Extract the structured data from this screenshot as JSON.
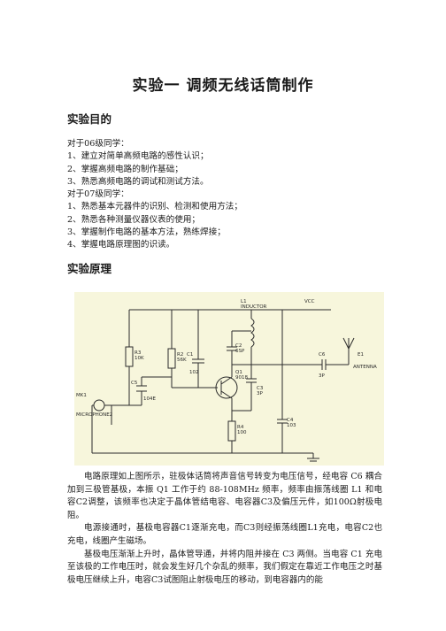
{
  "title": "实验一    调频无线话筒制作",
  "sections": {
    "purpose_heading": "实验目的",
    "principle_heading": "实验原理"
  },
  "purpose_lines": [
    "对于06级同学：",
    "1、建立对简单高频电路的感性认识；",
    "2、掌握高频电路的制作基础；",
    "3、熟悉高频电路的调试和测试方法。",
    "对于07级同学：",
    "1、熟悉基本元器件的识别、检测和使用方法；",
    "2、熟悉各种测量仪器仪表的使用；",
    "3、掌握制作电路的基本方法，熟练焊接；",
    "4、掌握电路原理图的识读。"
  ],
  "schematic": {
    "labels": {
      "l1": "L1",
      "l1_type": "INDUCTOR",
      "vcc": "VCC",
      "r3": "R3",
      "r3_val": "10K",
      "r2": "R2",
      "r2_val": "56K",
      "c1": "C1",
      "c1_val": "102",
      "c2": "C2",
      "c2_val": "6SP",
      "c6": "C6",
      "c6_val": "3P",
      "e1": "E1",
      "antenna": "ANTENNA",
      "c5": "C5",
      "c5_val": "104E",
      "q1": "Q1",
      "q1_type": "9018",
      "c3": "C3",
      "c3_val": "3P",
      "mk1": "MK1",
      "mic": "MICROPHONE2",
      "r4": "R4",
      "r4_val": "100",
      "c4": "C4",
      "c4_val": "103"
    }
  },
  "paragraphs": [
    "电路原理如上图所示，驻极体话筒将声音信号转变为电压信号，经电容 C6 耦合加到三极管基极，本振 Q1 工作于约 88-108MHz 频率，频率由振荡线圈 L1 和电容C2调整，该频率也决定于晶体管结电容、电容器C3及偏压元件，如100Ω射极电阻。",
    "电源接通时，基极电容器C1逐渐充电，而C3则经振荡线圈L1充电，电容C2也充电，线圈产生磁场。",
    "基极电压渐渐上升时，晶体管导通，并将内阻并接在 C3 两侧。当电容 C1 充电至该极的工作电压时，就会发生好几个杂乱的频率，我们假定在靠近工作电压之时基极电压继续上升，电容C3试图阻止射极电压的移动，到电容器内的能"
  ]
}
